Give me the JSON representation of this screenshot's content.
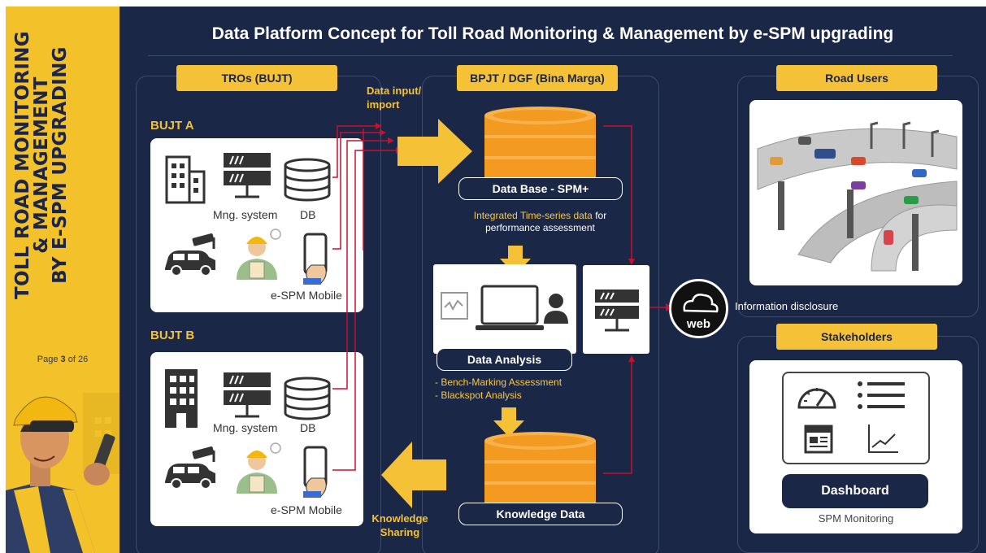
{
  "sidebar": {
    "title_line1": "TOLL ROAD MONITORING",
    "title_line2": "& MANAGEMENT",
    "title_line3": "BY E-SPM UPGRADING",
    "page_prefix": "Page",
    "page_current": "3",
    "page_of": "of 26"
  },
  "header": {
    "title": "Data Platform Concept for Toll Road Monitoring & Management by e-SPM upgrading"
  },
  "tros": {
    "header": "TROs (BUJT)",
    "bujt_a": {
      "label": "BUJT A",
      "mng_system": "Mng. system",
      "db": "DB",
      "mobile": "e-SPM Mobile"
    },
    "bujt_b": {
      "label": "BUJT B",
      "mng_system": "Mng. system",
      "db": "DB",
      "mobile": "e-SPM Mobile"
    }
  },
  "flow": {
    "data_input_line1": "Data input/",
    "data_input_line2": "import",
    "knowledge_line1": "Knowledge",
    "knowledge_line2": "Sharing"
  },
  "bpjt": {
    "header": "BPJT / DGF (Bina Marga)",
    "database": "Data Base - SPM+",
    "ts_highlight": "Integrated Time-series data",
    "ts_for": " for",
    "ts_line2": "performance assessment",
    "analysis": "Data Analysis",
    "bullet1": "- Bench-Marking Assessment",
    "bullet2": "- Blackspot Analysis",
    "knowledge": "Knowledge Data"
  },
  "web": {
    "label": "web",
    "disclosure": "Information disclosure"
  },
  "road_users": {
    "header": "Road Users"
  },
  "stakeholders": {
    "header": "Stakeholders",
    "dashboard": "Dashboard",
    "caption": "SPM Monitoring"
  },
  "colors": {
    "navy": "#1b2746",
    "yellow": "#f5c136",
    "orange": "#f39a21",
    "red_line": "#c8102e"
  }
}
